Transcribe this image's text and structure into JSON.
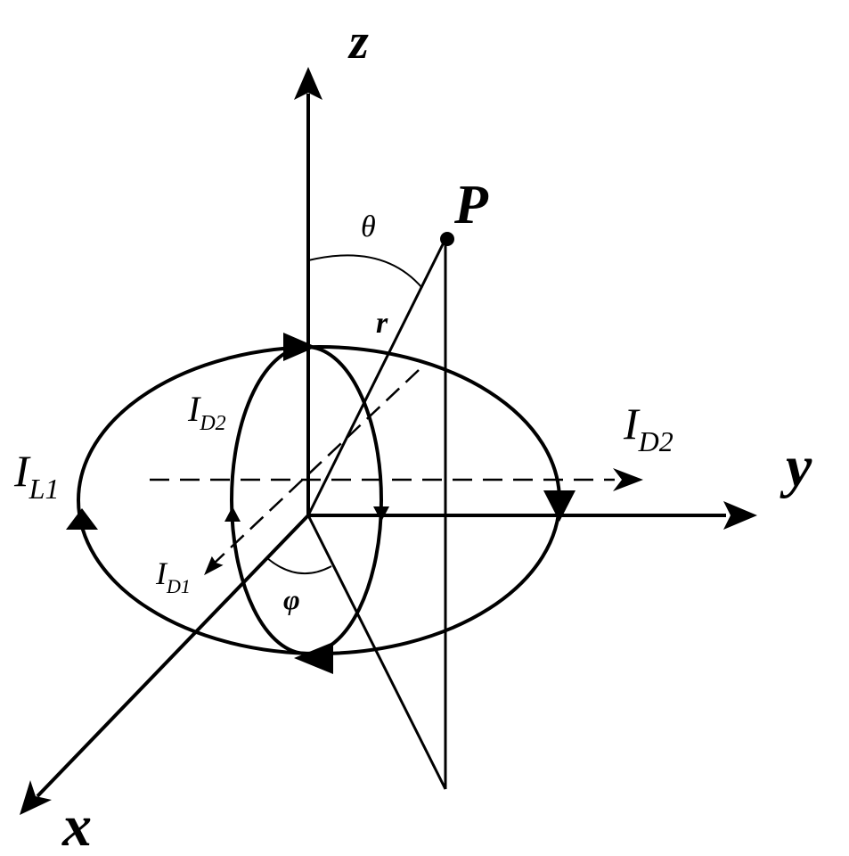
{
  "axes": {
    "x": "x",
    "y": "y",
    "z": "z"
  },
  "point": "P",
  "radius": "r",
  "angles": {
    "theta": "θ",
    "phi": "φ"
  },
  "currents": {
    "loop": {
      "main": "I",
      "sub": "L1"
    },
    "dipole_x": {
      "main": "I",
      "sub": "D1"
    },
    "dipole_y": {
      "main": "I",
      "sub": "D2"
    },
    "loop_vertical": {
      "main": "I",
      "sub": "D2"
    }
  },
  "colors": {
    "ink": "#000000",
    "background": "#ffffff"
  }
}
